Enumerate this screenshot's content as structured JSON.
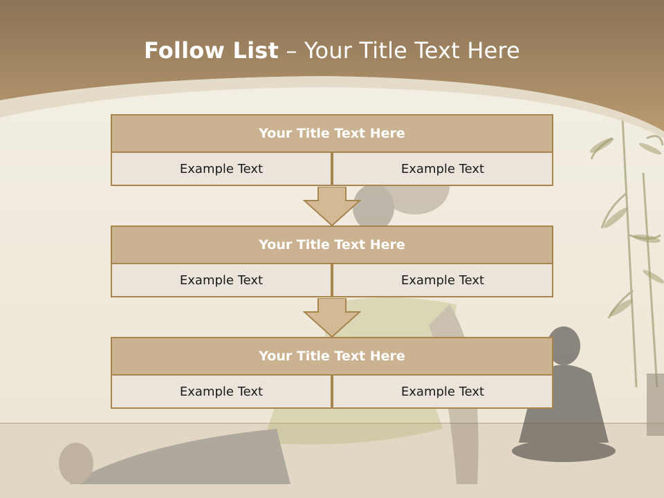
{
  "slide": {
    "title_bold": "Follow List",
    "title_rest": " – Your Title Text Here",
    "blocks": [
      {
        "title": "Your Title Text Here",
        "cells": [
          "Example Text",
          "Example Text"
        ]
      },
      {
        "title": "Your Title Text Here",
        "cells": [
          "Example Text",
          "Example Text"
        ]
      },
      {
        "title": "Your Title Text Here",
        "cells": [
          "Example Text",
          "Example Text"
        ]
      }
    ]
  },
  "colors": {
    "header_band": "#a88a62",
    "box_header": "#cbb291",
    "box_cell": "#ebe4da",
    "box_border": "#a8844e",
    "arrow_fill": "#d3ba95"
  },
  "icons": [
    "down-arrow-icon",
    "buddha-statue",
    "bamboo-plant"
  ]
}
